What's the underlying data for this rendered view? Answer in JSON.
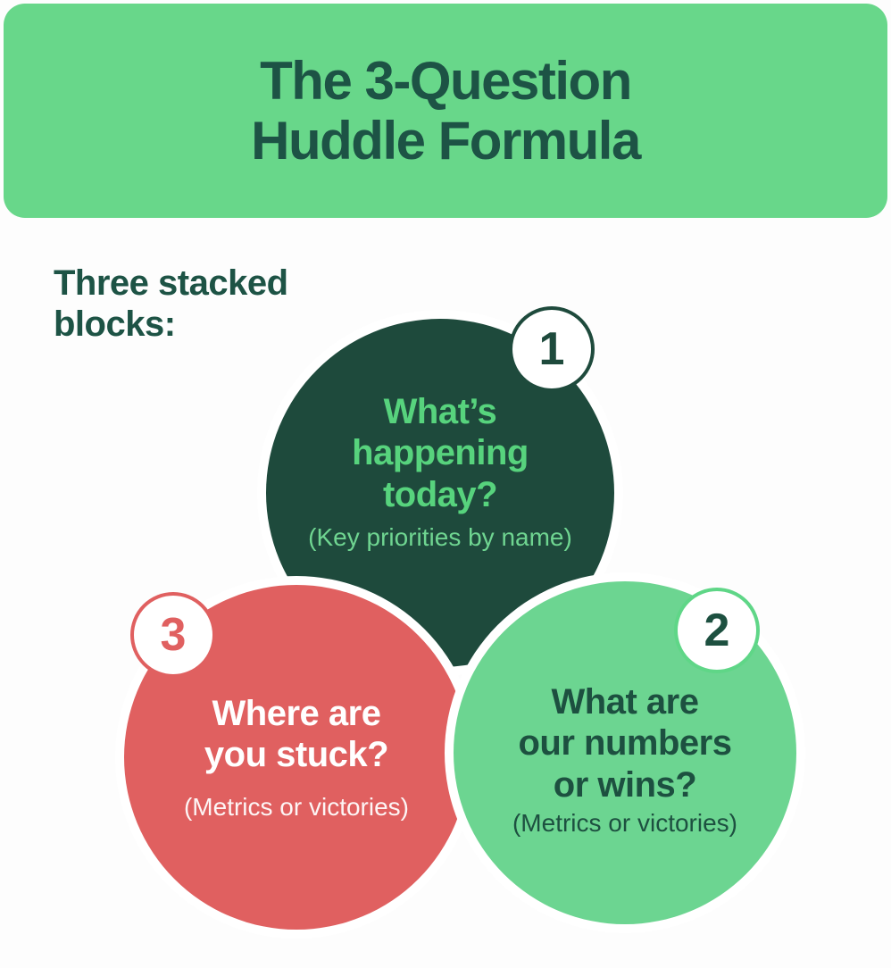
{
  "header": {
    "title_line1": "The 3-Question",
    "title_line2": "Huddle Formula"
  },
  "intro": {
    "text": "Three stacked blocks:"
  },
  "circles": [
    {
      "badge": "1",
      "question_lines": [
        "What’s",
        "happening",
        "today?"
      ],
      "subtext": "(Key priorities by name)"
    },
    {
      "badge": "2",
      "question_lines": [
        "What are",
        "our numbers",
        "or wins?"
      ],
      "subtext": "(Metrics or victories)"
    },
    {
      "badge": "3",
      "question_lines": [
        "Where are",
        "you stuck?"
      ],
      "subtext": "(Metrics or victories)"
    }
  ],
  "colors": {
    "header_green": "#68d78a",
    "dark_circle_green": "#1e4a3c",
    "light_circle_green": "#6cd591",
    "circle_red": "#e06060",
    "dark_text_green": "#1d5345",
    "bright_question_green": "#57d37d",
    "muted_subtext_green": "#6fd591",
    "white": "#ffffff"
  }
}
